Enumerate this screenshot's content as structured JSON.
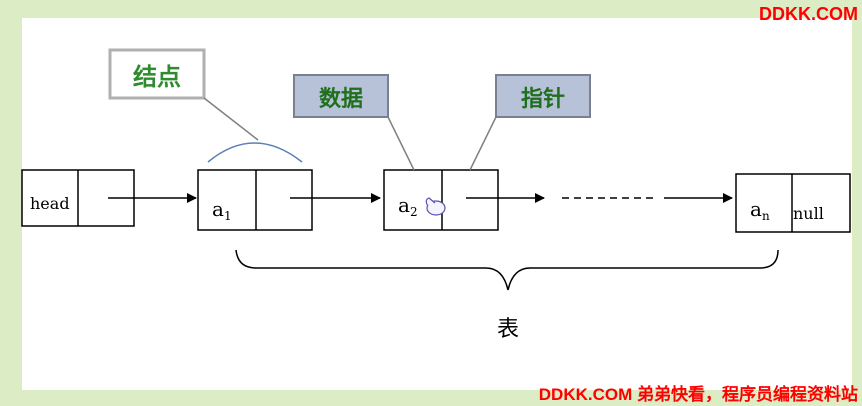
{
  "labels": {
    "node": "结点",
    "data": "数据",
    "pointer": "指针",
    "table": "表"
  },
  "nodes": {
    "head": "head",
    "a1_base": "a",
    "a1_sub": "1",
    "a2_base": "a",
    "a2_sub": "2",
    "an_base": "a",
    "an_sub": "n",
    "null_text": "null"
  },
  "watermarks": {
    "top": "DDKK.COM",
    "bottom": "DDKK.COM 弟弟快看，程序员编程资料站"
  },
  "colors": {
    "background": "#dcecc4",
    "panel": "#ffffff",
    "callout_green_text": "#2e8b2e",
    "callout_blue_fill": "#b7c2d9",
    "watermark": "#ff0000"
  }
}
